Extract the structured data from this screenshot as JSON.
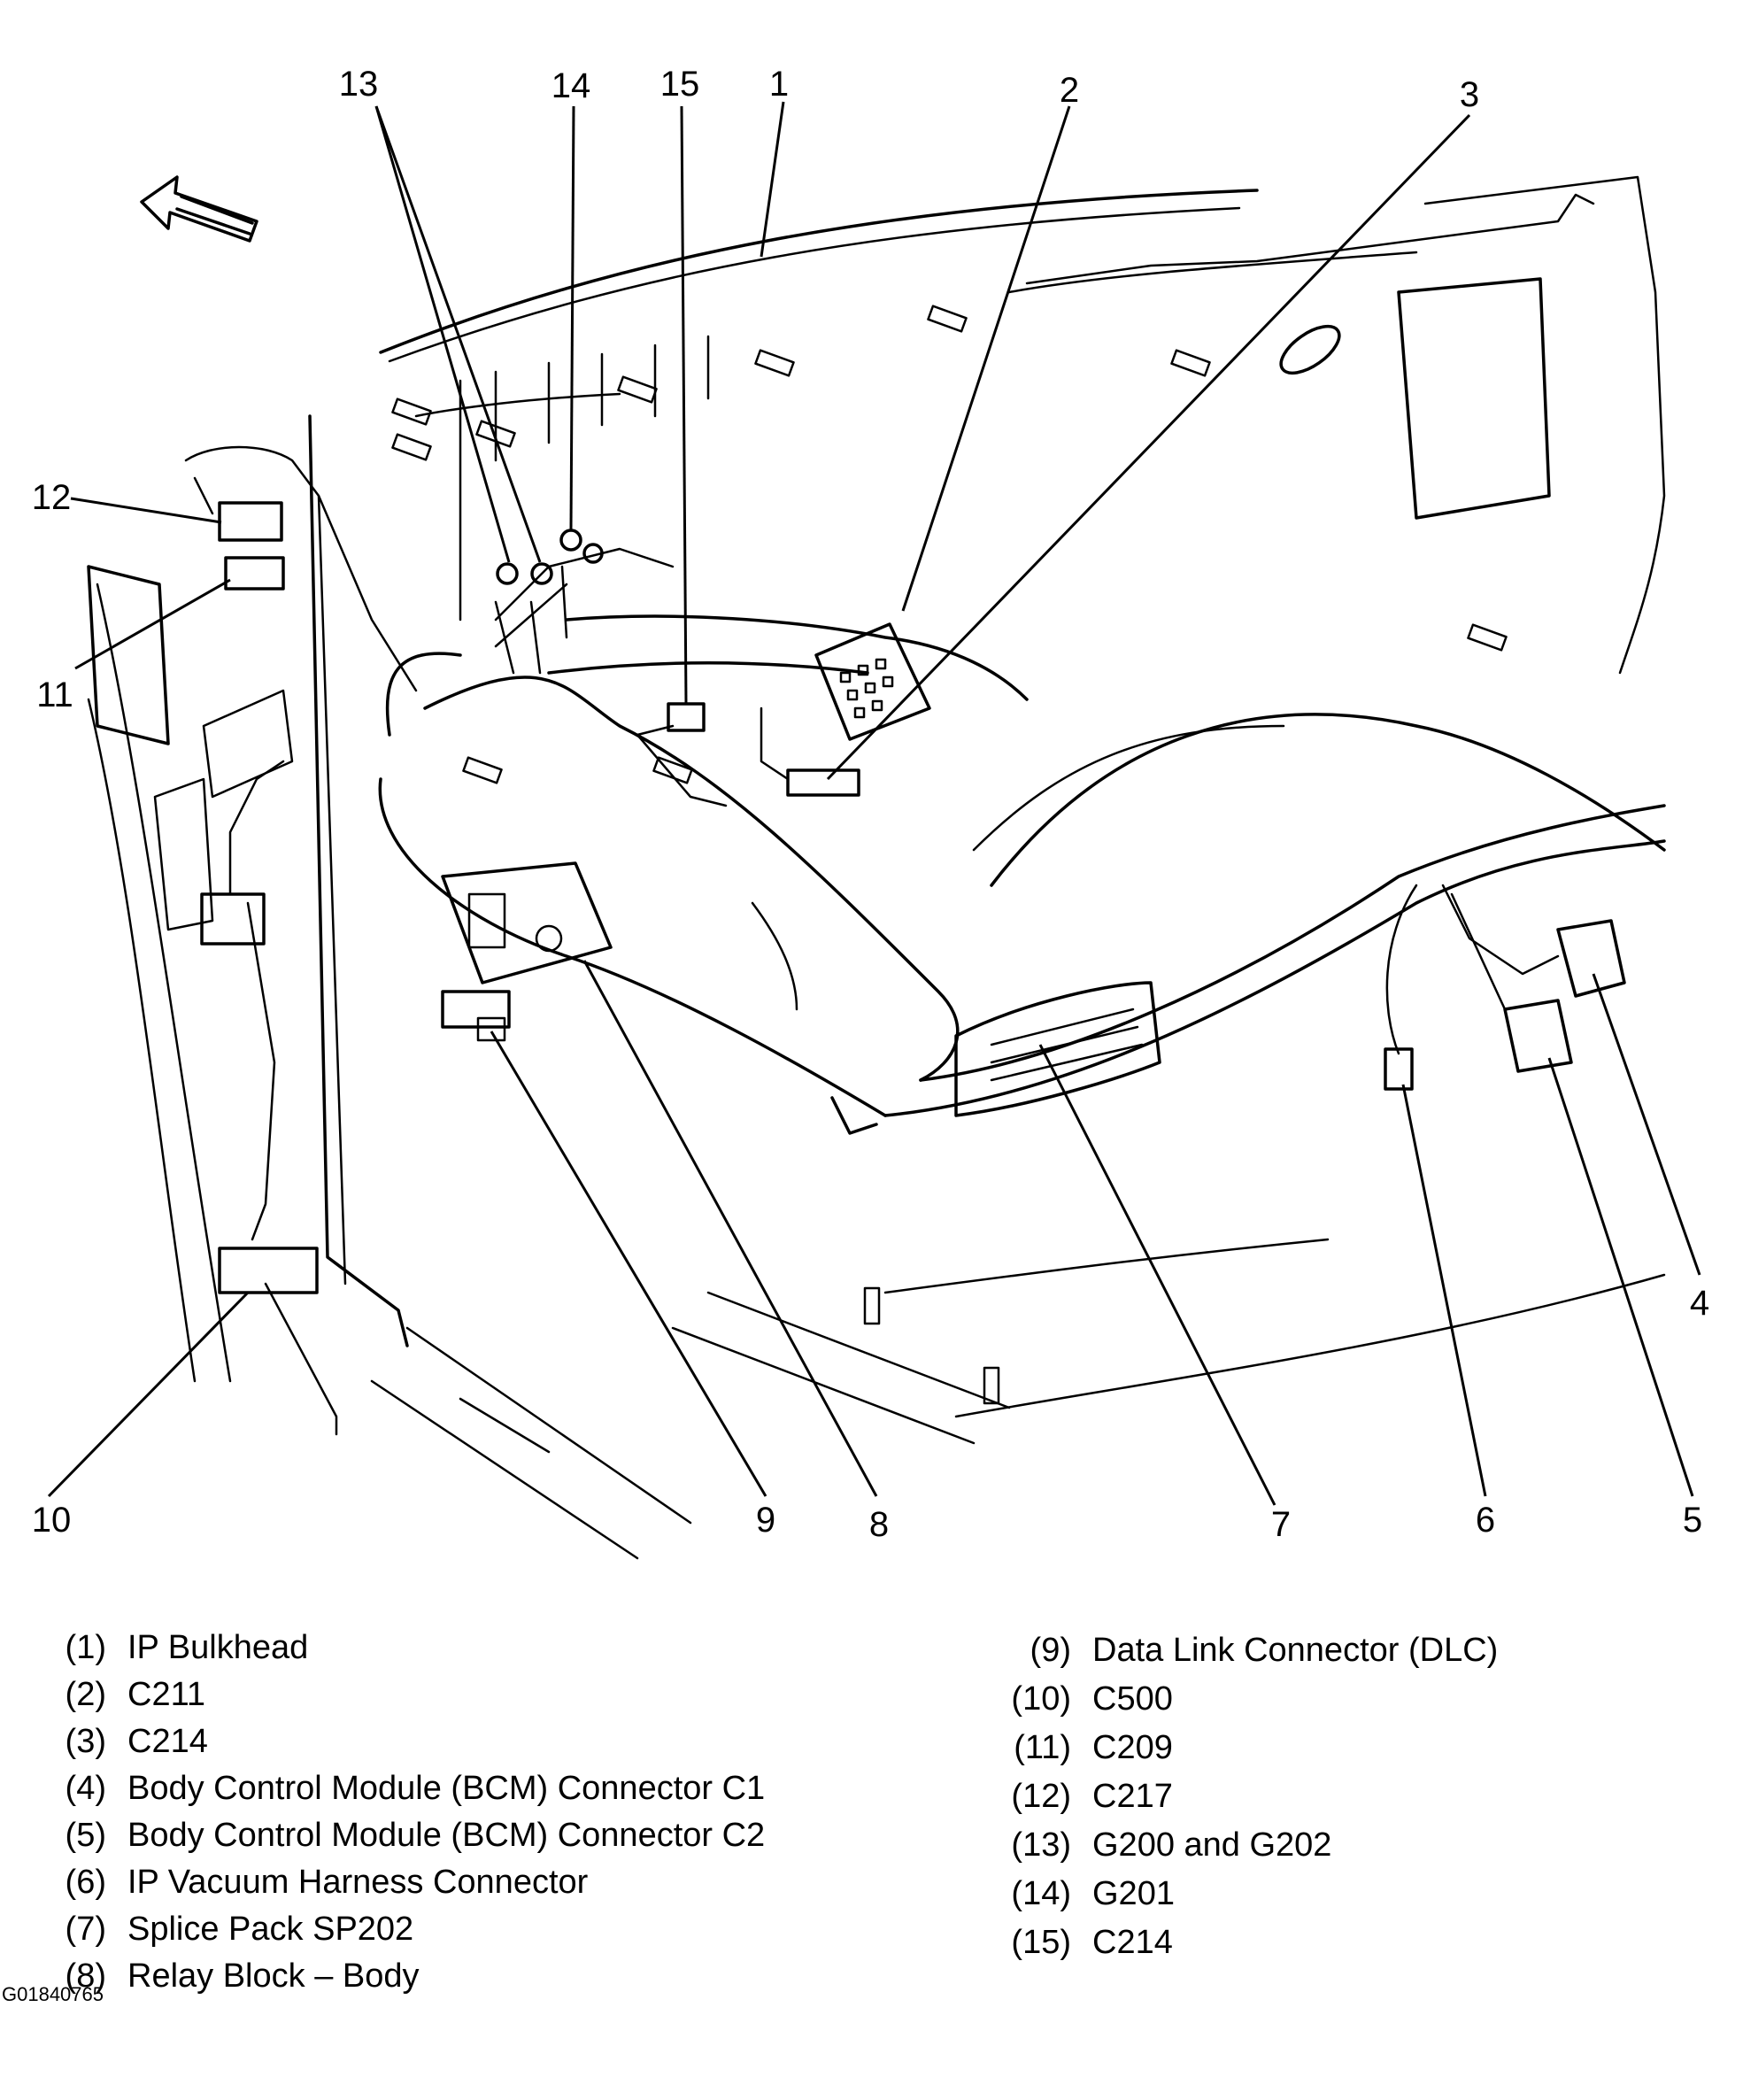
{
  "callouts": [
    "1",
    "2",
    "3",
    "4",
    "5",
    "6",
    "7",
    "8",
    "9",
    "10",
    "11",
    "12",
    "13",
    "14",
    "15"
  ],
  "legend_left": [
    {
      "num": "(1)",
      "label": "IP Bulkhead"
    },
    {
      "num": "(2)",
      "label": "C211"
    },
    {
      "num": "(3)",
      "label": "C214"
    },
    {
      "num": "(4)",
      "label": "Body Control Module (BCM) Connector C1"
    },
    {
      "num": "(5)",
      "label": "Body Control Module (BCM) Connector C2"
    },
    {
      "num": "(6)",
      "label": "IP Vacuum Harness Connector"
    },
    {
      "num": "(7)",
      "label": "Splice Pack SP202"
    },
    {
      "num": "(8)",
      "label": "Relay Block – Body"
    }
  ],
  "legend_right": [
    {
      "num": "(9)",
      "label": "Data Link Connector (DLC)"
    },
    {
      "num": "(10)",
      "label": "C500"
    },
    {
      "num": "(11)",
      "label": "C209"
    },
    {
      "num": "(12)",
      "label": "C217"
    },
    {
      "num": "(13)",
      "label": "G200 and G202"
    },
    {
      "num": "(14)",
      "label": "G201"
    },
    {
      "num": "(15)",
      "label": "C214"
    }
  ],
  "figure_id": "G01840765"
}
